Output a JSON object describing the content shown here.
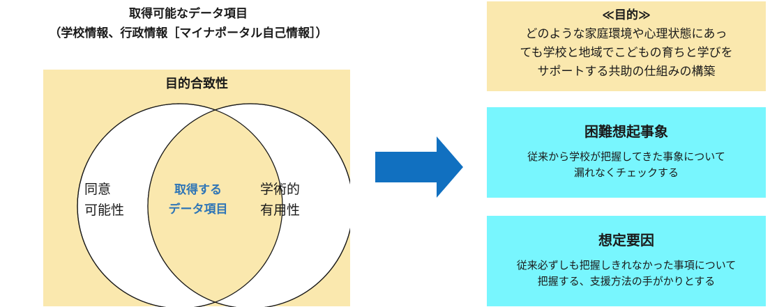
{
  "heading": {
    "line1": "取得可能なデータ項目",
    "line2": "（学校情報、行政情報［マイナポータル自己情報］）"
  },
  "venn": {
    "panel_title": "目的合致性",
    "left_label": [
      "同意",
      "可能性"
    ],
    "right_label": [
      "学術的",
      "有用性"
    ],
    "center_label": [
      "取得する",
      "データ項目"
    ],
    "colors": {
      "panel": "#fae8ae",
      "circle_fill": "#ffffff",
      "circle_stroke": "#1a1a1a",
      "center_text": "#2e75b6"
    }
  },
  "arrow": {
    "color": "#1170c0"
  },
  "purpose": {
    "title": "≪目的≫",
    "lines": [
      "どのような家庭環境や心理状態にあっ",
      "ても学校と地域でこどもの育ちと学びを",
      "サポートする共助の仕組みの構築"
    ]
  },
  "events": {
    "title": "困難想起事象",
    "lines": [
      "従来から学校が把握してきた事象について",
      "漏れなくチェックする"
    ]
  },
  "factors": {
    "title": "想定要因",
    "lines": [
      "従来必ずしも把握しきれなかった事項について",
      "把握する、支援方法の手がかりとする"
    ]
  }
}
